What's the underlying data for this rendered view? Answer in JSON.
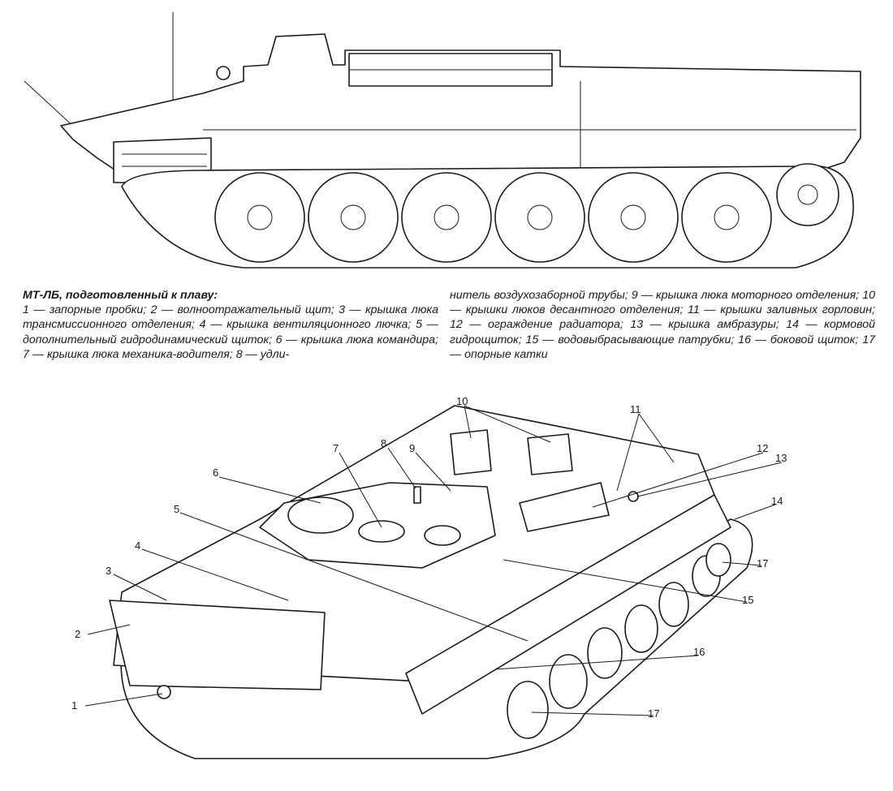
{
  "caption": {
    "title": "МТ-ЛБ, подготовленный к плаву:",
    "text_left": "1 — запорные пробки; 2 — волноотражательный щит; 3 — крышка люка трансмиссионного отделения; 4 — крышка вентиляционного лючка; 5 — дополнительный гидродинамический щиток; 6 — крышка люка командира; 7 — крышка люка механика-водителя; 8 — удли-",
    "text_right": "нитель воздухозаборной трубы; 9 — крышка люка моторного отделения; 10 — крышки люков десантного отделения; 11 — крышки заливных горловин; 12 — ограждение радиатора; 13 — крышка амбразуры; 14 — кормовой гидрощиток; 15 — водовыбрасывающие патрубки; 16 — боковой щиток; 17 — опорные катки"
  },
  "labels": [
    "1",
    "2",
    "3",
    "4",
    "5",
    "6",
    "7",
    "8",
    "9",
    "10",
    "11",
    "12",
    "13",
    "14",
    "15",
    "16",
    "17",
    "17"
  ]
}
